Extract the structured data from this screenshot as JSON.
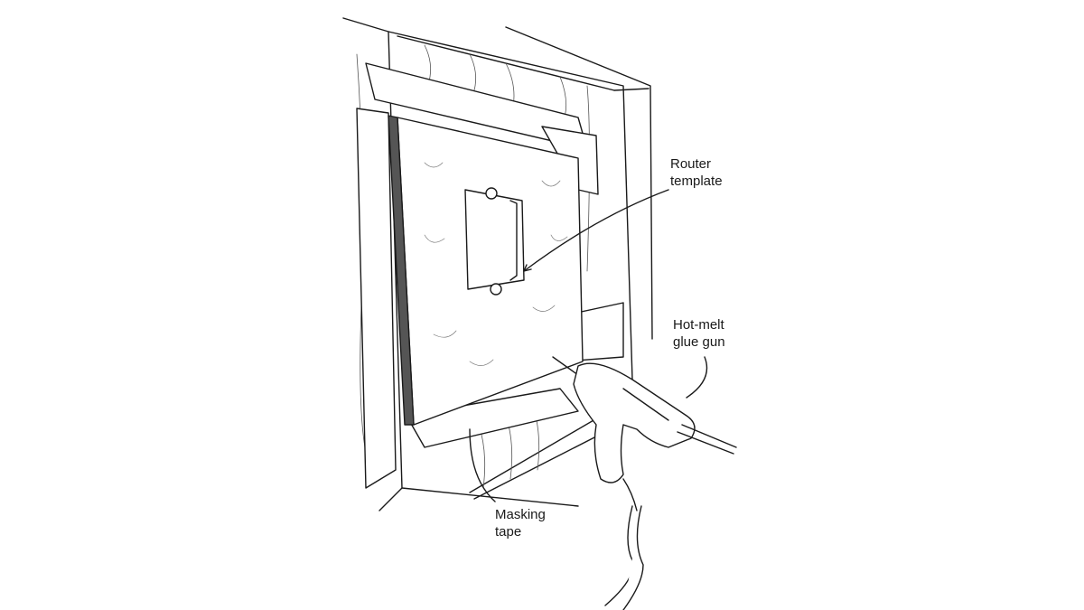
{
  "labels": {
    "router_template": [
      "Router",
      "template"
    ],
    "glue_gun": [
      "Hot-melt",
      "glue gun"
    ],
    "masking_tape": [
      "Masking",
      "tape"
    ]
  },
  "colors": {
    "ink": "#1a1a1a",
    "background": "#ffffff"
  }
}
